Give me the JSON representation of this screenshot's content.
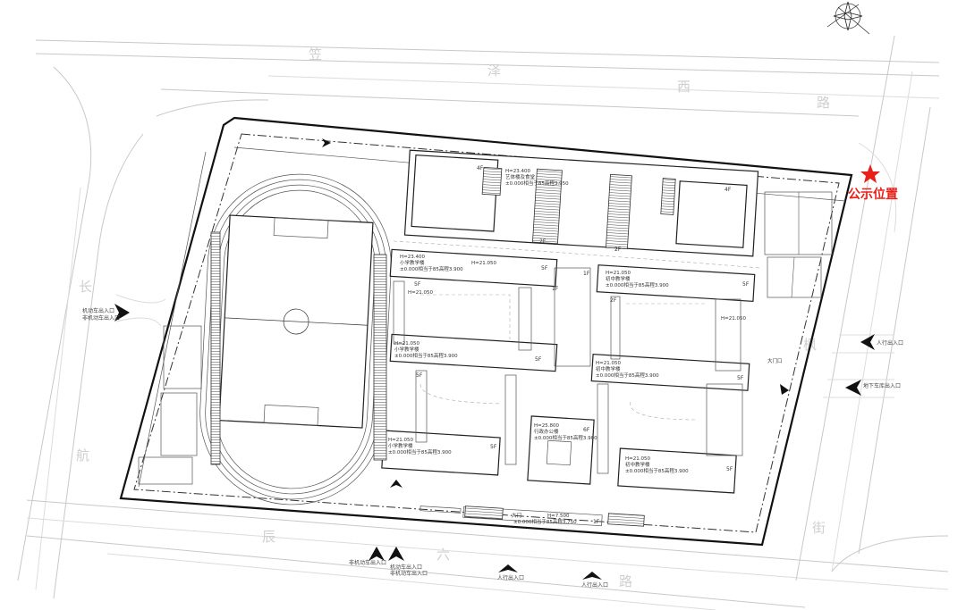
{
  "notice": {
    "label": "公示位置",
    "color": "#e8201a",
    "icon": "red-star-icon"
  },
  "roads": {
    "north": [
      "笠",
      "泽",
      "西",
      "路"
    ],
    "west": [
      "长",
      "航"
    ],
    "south": [
      "辰",
      "六",
      "路"
    ],
    "east": [
      "枫",
      "街"
    ]
  },
  "entrances": {
    "west_vehicle": [
      "机动车出入口",
      "非机动车出入口"
    ],
    "east_pedestrian": "人行出入口",
    "east_garage": "地下车库出入口",
    "south_nonmotor": "非机动车出入口",
    "south_vehicle": [
      "机动车出入口",
      "非机动车出入口"
    ],
    "south_ped_1": "人行出入口",
    "south_ped_2": "人行出入口"
  },
  "buildings": [
    {
      "height": "H=23.400",
      "name": "艺体楼及食堂",
      "elev": "±0.000相当于85高程3.950",
      "floors": "4F"
    },
    {
      "height": "H=23.400",
      "name": "小学教学楼",
      "elev": "±0.000相当于85高程3.900",
      "floors": "5F"
    },
    {
      "height": "H=21.050",
      "name": "初中教学楼",
      "elev": "±0.000相当于85高程3.900",
      "floors": "5F"
    },
    {
      "height": "H=21.050",
      "name": "小学教学楼",
      "elev": "±0.000相当于85高程3.900",
      "floors": "5F"
    },
    {
      "height": "H=21.050",
      "name": "初中教学楼",
      "elev": "±0.000相当于85高程3.900",
      "floors": "5F"
    },
    {
      "height": "H=21.050",
      "name": "小学教学楼",
      "elev": "±0.000相当于85高程3.900",
      "floors": "5F"
    },
    {
      "height": "H=25.800",
      "name": "行政办公楼",
      "elev": "±0.000相当于85高程3.900",
      "floors": "6F"
    },
    {
      "height": "H=21.050",
      "name": "初中教学楼",
      "elev": "±0.000相当于85高程3.900",
      "floors": "5F"
    },
    {
      "height": "H=7.500",
      "name": "大门",
      "elev": "±0.000相当于85高程3.750",
      "floors": "1F"
    }
  ],
  "floor_tags": [
    "2F",
    "2F",
    "1F",
    "1F",
    "2F",
    "4F",
    "5F",
    "5F",
    "H=21.050",
    "H=21.050",
    "H=21.050"
  ],
  "gate": "大门口"
}
